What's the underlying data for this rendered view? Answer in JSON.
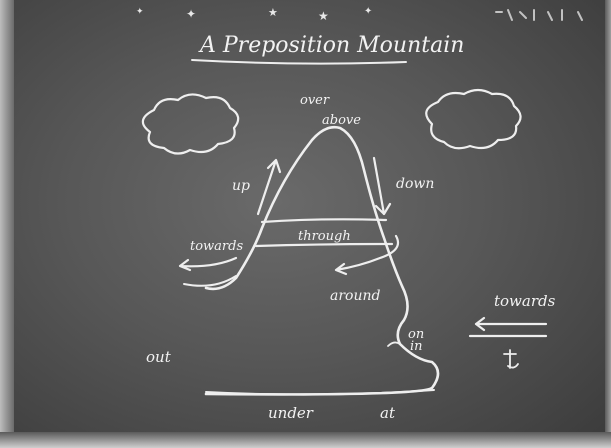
{
  "title": "A Preposition Mountain",
  "labels": {
    "over": "over",
    "above": "above",
    "up": "up",
    "down": "down",
    "through": "through",
    "towards_left": "towards",
    "around": "around",
    "towards_right": "towards",
    "on": "on",
    "in": "in",
    "out": "out",
    "under": "under",
    "at": "at"
  },
  "colors": {
    "chalk": "#f2f2f2",
    "board": "#575757"
  }
}
